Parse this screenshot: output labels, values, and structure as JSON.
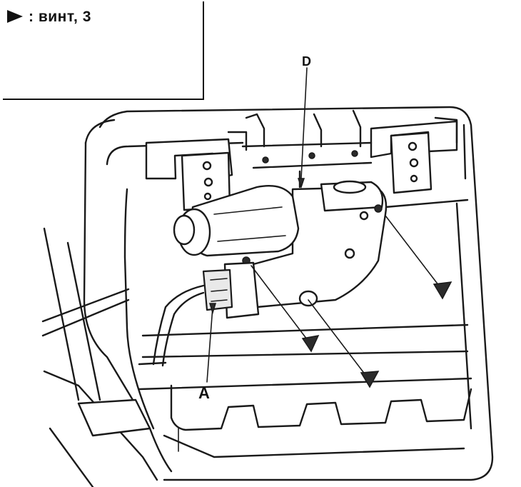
{
  "legend": {
    "symbol": "triangle-arrow-icon",
    "text": ": винт, 3"
  },
  "callouts": {
    "a": "A",
    "b": "D"
  }
}
